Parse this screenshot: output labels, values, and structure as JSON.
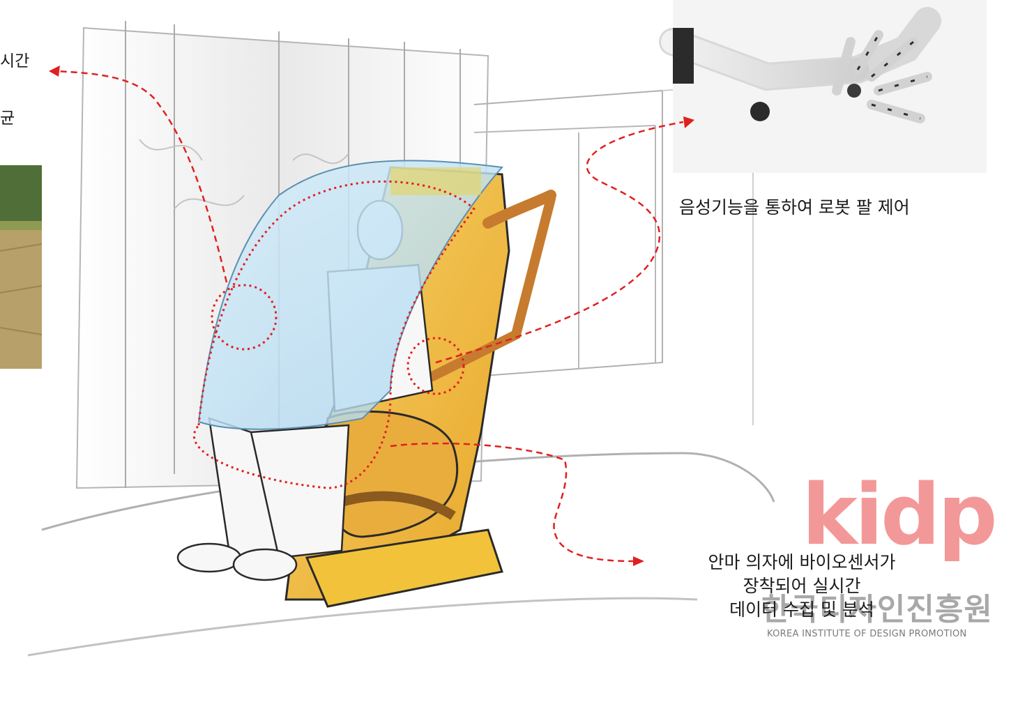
{
  "labels": {
    "left_line_1": "시간",
    "left_line_2": "균",
    "robot_arm": "음성기능을 통하여 로봇 팔 제어",
    "bio_line_1": "안마 의자에 바이오센서가",
    "bio_line_2": "장착되어 실시간",
    "bio_line_3": "데이터 수집 및 분석"
  },
  "watermark": {
    "logo": "kidp",
    "name": "한국디자인진흥원",
    "subtitle": "KOREA INSTITUTE OF DESIGN PROMOTION",
    "color": "#ef6d6d"
  },
  "colors": {
    "annotation": "#e02020",
    "chair": "#f2c33a",
    "canopy": "#bfe2f5"
  }
}
